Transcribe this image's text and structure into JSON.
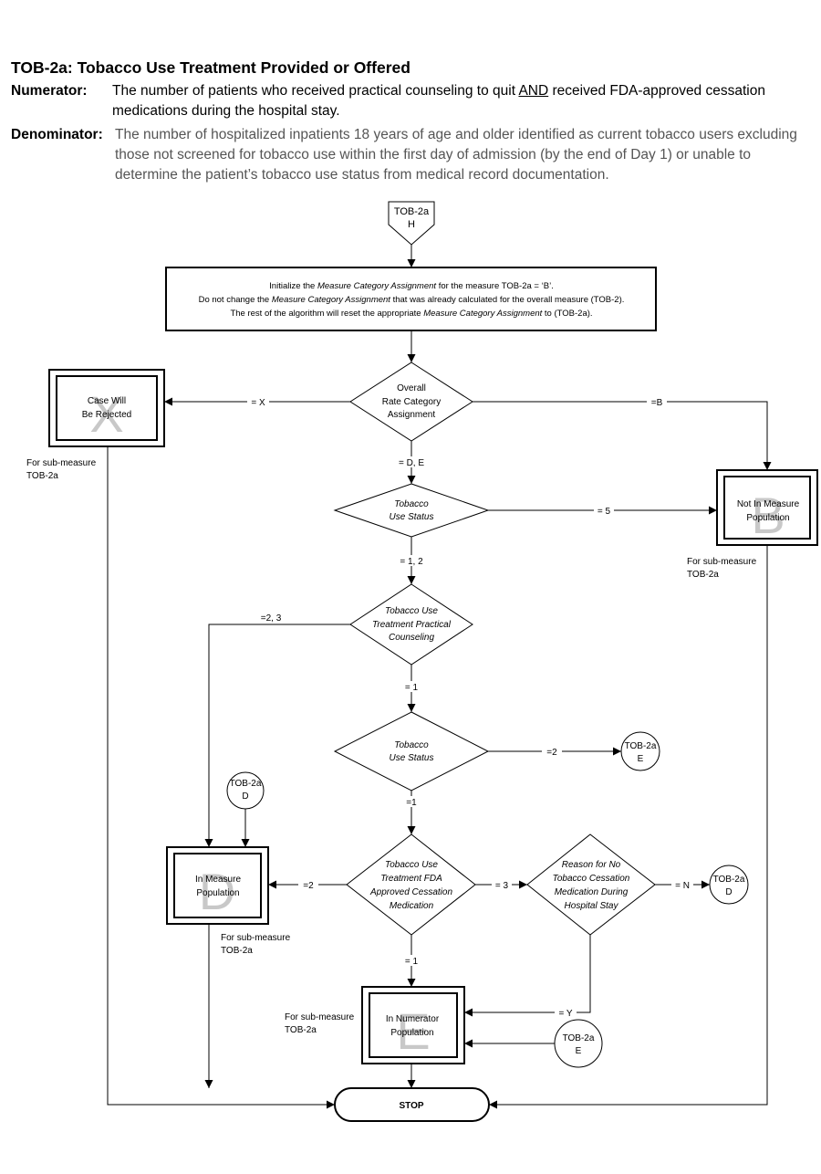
{
  "header": {
    "title": "TOB-2a:  Tobacco Use Treatment Provided or Offered",
    "numerator_label": "Numerator:",
    "numerator_before": "The number of patients who received practical counseling to quit ",
    "numerator_and": "AND",
    "numerator_after": " received FDA-approved cessation medications during the hospital stay.",
    "denominator_label": "Denominator:",
    "denominator_text": "The number of hospitalized inpatients 18 years of age and older identified as current tobacco users excluding those not screened for tobacco use within the first day of admission (by the end of Day 1) or unable to determine the patient’s tobacco use status from medical record documentation."
  },
  "flow": {
    "entry": {
      "line1": "TOB-2a",
      "line2": "H"
    },
    "init": {
      "l1_a": "Initialize the ",
      "l1_b": "Measure Category Assignment",
      "l1_c": " for the measure TOB-2a = ‘B’.",
      "l2_a": "Do not change the ",
      "l2_b": "Measure Category Assignment",
      "l2_c": " that was already calculated for the overall measure (TOB-2).",
      "l3_a": "The rest of the algorithm will reset the appropriate ",
      "l3_b": "Measure Category Assignment",
      "l3_c": " to  (TOB-2a)."
    },
    "d_overall": {
      "l1": "Overall",
      "l2": "Rate Category",
      "l3": "Assignment"
    },
    "d_status1": {
      "l1": "Tobacco",
      "l2": "Use Status"
    },
    "d_counsel": {
      "l1": "Tobacco Use",
      "l2": "Treatment Practical",
      "l3": "Counseling"
    },
    "d_status2": {
      "l1": "Tobacco",
      "l2": "Use Status"
    },
    "d_fda": {
      "l1": "Tobacco Use",
      "l2": "Treatment  FDA",
      "l3": "Approved Cessation",
      "l4": "Medication"
    },
    "d_reason": {
      "l1": "Reason for No",
      "l2": "Tobacco Cessation",
      "l3": "Medication During",
      "l4": "Hospital Stay"
    },
    "box_x": {
      "l1": "Case Will",
      "l2": "Be Rejected",
      "letter": "X",
      "note1": "For sub-measure",
      "note2": "TOB-2a"
    },
    "box_b": {
      "l1": "Not In Measure",
      "l2": "Population",
      "letter": "B",
      "note1": "For sub-measure",
      "note2": "TOB-2a"
    },
    "box_d": {
      "l1": "In Measure",
      "l2": "Population",
      "letter": "D",
      "note1": "For sub-measure",
      "note2": "TOB-2a"
    },
    "box_e": {
      "l1": "In Numerator",
      "l2": "Population",
      "letter": "E",
      "note1": "For sub-measure",
      "note2": "TOB-2a"
    },
    "conn_e1": {
      "l1": "TOB-2a",
      "l2": "E"
    },
    "conn_d1": {
      "l1": "TOB-2a",
      "l2": "D"
    },
    "conn_d2": {
      "l1": "TOB-2a",
      "l2": "D"
    },
    "conn_e2": {
      "l1": "TOB-2a",
      "l2": "E"
    },
    "stop": "STOP",
    "labels": {
      "overall_x": "= X",
      "overall_b": "=B",
      "overall_de": "= D, E",
      "status1_5": "= 5",
      "status1_12": "= 1, 2",
      "counsel_23": "=2, 3",
      "counsel_1": "= 1",
      "status2_2": "=2",
      "status2_1": "=1",
      "fda_2": "=2",
      "fda_3": "= 3",
      "fda_1": "= 1",
      "reason_n": "= N",
      "reason_y": "= Y"
    }
  }
}
